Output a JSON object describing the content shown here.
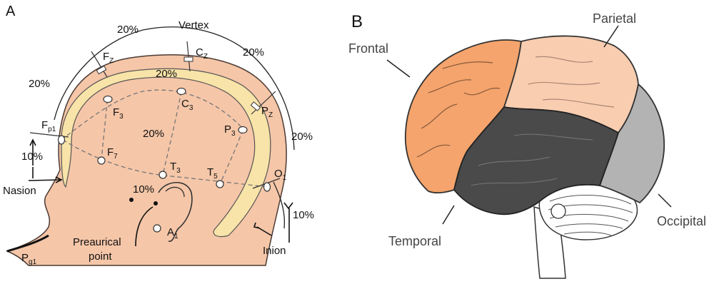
{
  "panel_a": {
    "panel_letter": "A",
    "vertex_label": "Vertex",
    "nasion_label": "Nasion",
    "inion_label": "Inion",
    "preauricular_label_line1": "Preaurical",
    "preauricular_label_line2": "point",
    "percent_labels": {
      "top_left": "20%",
      "top_right": "20%",
      "upper_left": "20%",
      "center_upper": "20%",
      "center_middle": "20%",
      "right": "20%",
      "left_lower": "10%",
      "ear": "10%",
      "bottom_right": "10%"
    },
    "electrodes": {
      "fz": {
        "main": "F",
        "sub": "Z"
      },
      "cz": {
        "main": "C",
        "sub": "Z"
      },
      "pz": {
        "main": "P",
        "sub": "Z"
      },
      "fp1": {
        "main": "F",
        "sub": "p1"
      },
      "f3": {
        "main": "F",
        "sub": "3"
      },
      "c3": {
        "main": "C",
        "sub": "3"
      },
      "p3": {
        "main": "P",
        "sub": "3"
      },
      "f7": {
        "main": "F",
        "sub": "7"
      },
      "t3": {
        "main": "T",
        "sub": "3"
      },
      "t5": {
        "main": "T",
        "sub": "5"
      },
      "o1": {
        "main": "O",
        "sub": "1"
      },
      "a1": {
        "main": "A",
        "sub": "1"
      },
      "pg1": {
        "main": "P",
        "sub": "g1"
      }
    },
    "colors": {
      "skin": "#f5c6a8",
      "skull": "#f8e3a8",
      "outline": "#333333"
    }
  },
  "panel_b": {
    "panel_letter": "B",
    "lobes": {
      "frontal": "Frontal",
      "parietal": "Parietal",
      "temporal": "Temporal",
      "occipital": "Occipital"
    },
    "colors": {
      "frontal": "#f4a46c",
      "parietal": "#f8cdb0",
      "temporal": "#4a4a4a",
      "occipital": "#b3b3b3",
      "cerebellum": "#ffffff"
    }
  }
}
